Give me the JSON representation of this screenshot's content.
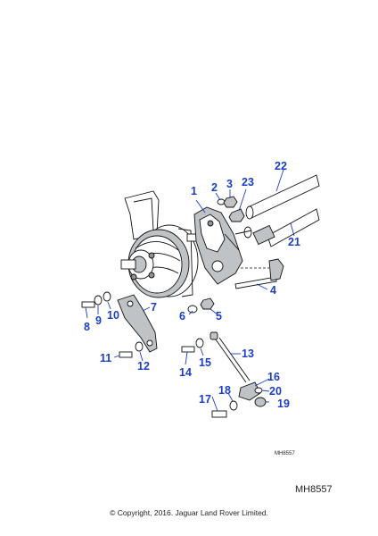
{
  "diagram": {
    "callouts": [
      {
        "id": "1",
        "label": "1"
      },
      {
        "id": "2",
        "label": "2"
      },
      {
        "id": "3",
        "label": "3"
      },
      {
        "id": "4",
        "label": "4"
      },
      {
        "id": "5",
        "label": "5"
      },
      {
        "id": "6",
        "label": "6"
      },
      {
        "id": "7",
        "label": "7"
      },
      {
        "id": "8",
        "label": "8"
      },
      {
        "id": "9",
        "label": "9"
      },
      {
        "id": "10",
        "label": "10"
      },
      {
        "id": "11",
        "label": "11"
      },
      {
        "id": "12",
        "label": "12"
      },
      {
        "id": "13",
        "label": "13"
      },
      {
        "id": "14",
        "label": "14"
      },
      {
        "id": "15",
        "label": "15"
      },
      {
        "id": "16",
        "label": "16"
      },
      {
        "id": "17",
        "label": "17"
      },
      {
        "id": "18",
        "label": "18"
      },
      {
        "id": "19",
        "label": "19"
      },
      {
        "id": "20",
        "label": "20"
      },
      {
        "id": "21",
        "label": "21"
      },
      {
        "id": "22",
        "label": "22"
      },
      {
        "id": "23",
        "label": "23"
      }
    ],
    "drawing_code": "MH8557",
    "callout_color": "#1a3fc4"
  },
  "footer": {
    "reference_code": "MH8557",
    "copyright": "© Copyright, 2016. Jaguar Land Rover Limited."
  }
}
